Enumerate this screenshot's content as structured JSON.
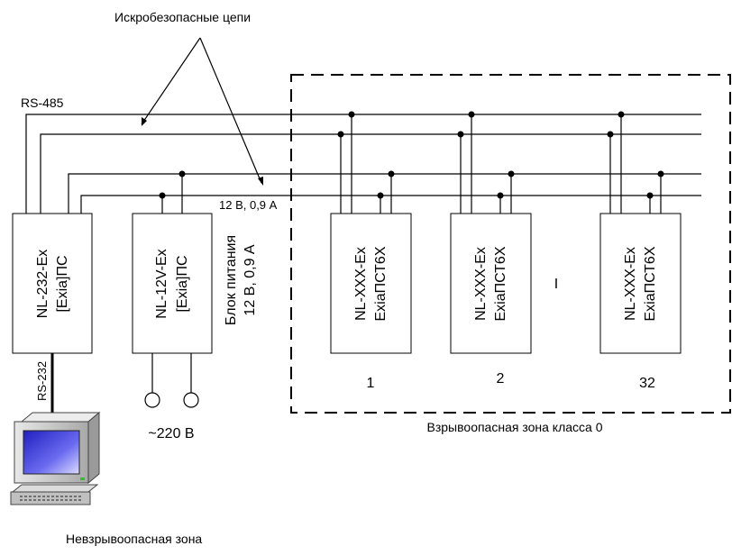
{
  "labels": {
    "intrinsically_safe_circuits": "Искробезопасные цепи",
    "rs485": "RS-485",
    "power_rating": "12 В, 0,9 А",
    "rs232": "RS-232",
    "mains": "~220 В",
    "hazardous_zone": "Взрывоопасная зона класса 0",
    "safe_zone": "Невзрывоопасная зона",
    "ellipsis_mark": "I"
  },
  "converter": {
    "line1": "NL-232-Ex",
    "line2": "[Exia]ПС"
  },
  "power_supply": {
    "line1": "NL-12V-Ex",
    "line2": "[Exia]ПС",
    "caption1": "Блок питания",
    "caption2": "12 В, 0,9 А"
  },
  "modules": [
    {
      "line1": "NL-XXX-Ex",
      "line2": "ExiaПСТ6Х",
      "number": "1"
    },
    {
      "line1": "NL-XXX-Ex",
      "line2": "ExiaПСТ6Х",
      "number": "2"
    },
    {
      "line1": "NL-XXX-Ex",
      "line2": "ExiaПСТ6Х",
      "number": "32"
    }
  ],
  "colors": {
    "line": "#000000",
    "monitor_screen": "#3a3ad8",
    "computer_body": "#c8c8c8",
    "power_led": "#30c030"
  }
}
